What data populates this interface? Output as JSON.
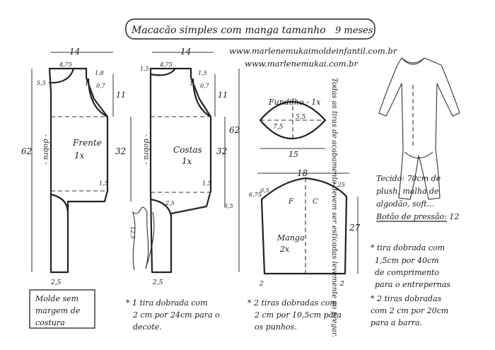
{
  "title": {
    "main": "Macacão simples com manga tamanho",
    "size": "9 meses"
  },
  "urls": [
    "www.marlenemukaimoldeinfantil.com.br",
    "www.marlenemukai.com.br"
  ],
  "front": {
    "name": "Frente",
    "qty": "1x",
    "fold": "- dobra -",
    "width_top": "14",
    "neck_w": "4,75",
    "shoulder_drop": "5,5",
    "d1_8": "1,8",
    "d1": "1",
    "d0_7": "0,7",
    "armhole": "11",
    "length": "62",
    "side": "32",
    "crotch_a": "1,5",
    "hem": "2,5"
  },
  "back": {
    "name": "Costas",
    "qty": "1x",
    "fold": "- dobra -",
    "width_top": "14",
    "d1_5": "1,5",
    "neck_w": "4,75",
    "d1_5b": "1,5",
    "d1": "1",
    "d0_7": "0,7",
    "armhole": "11",
    "length": "62",
    "side": "32",
    "crotch_a": "2,5",
    "crotch_b": "1,5",
    "side_b": "6,5",
    "hem": "2,5",
    "vert_label": "12,5"
  },
  "crotch": {
    "name": "Fundilho - 1x",
    "h": "5,5",
    "w": "7,5",
    "total": "15"
  },
  "crotch_note": "Todas as tiras de acabamento devem ser esticadas levemente ao pregar.",
  "sleeve": {
    "name": "Manga",
    "qty": "2x",
    "width": "18",
    "d6_75": "6,75",
    "d0_5": "0,5",
    "d1_25": "1,25",
    "front": "F",
    "back": "C",
    "length": "27",
    "cuff": "2"
  },
  "fabric": {
    "line1": "Tecido: 70cm de",
    "line2": "plush, malha de",
    "line3": "algodão, soft...",
    "line4": "Botão de pressão: 12"
  },
  "strip1": {
    "line1": "* tira dobrada com",
    "line2": "1,5cm por 40cm",
    "line3": "de comprimento",
    "line4": "para o entrepernas"
  },
  "strip2": {
    "line1": "* 2 tiras dobradas",
    "line2": "com 2 cm por 20cm",
    "line3": "para a barra."
  },
  "note_bottom": {
    "line1": "Molde sem",
    "line2": "margem de",
    "line3": "costura"
  },
  "neck_note": {
    "line1": "* 1 tira dobrada com",
    "line2": "2 cm por 24cm para o",
    "line3": "decote."
  },
  "cuff_note": {
    "line1": "* 2 tiras dobradas com",
    "line2": "2 cm por 10,5cm para",
    "line3": "os punhos."
  }
}
